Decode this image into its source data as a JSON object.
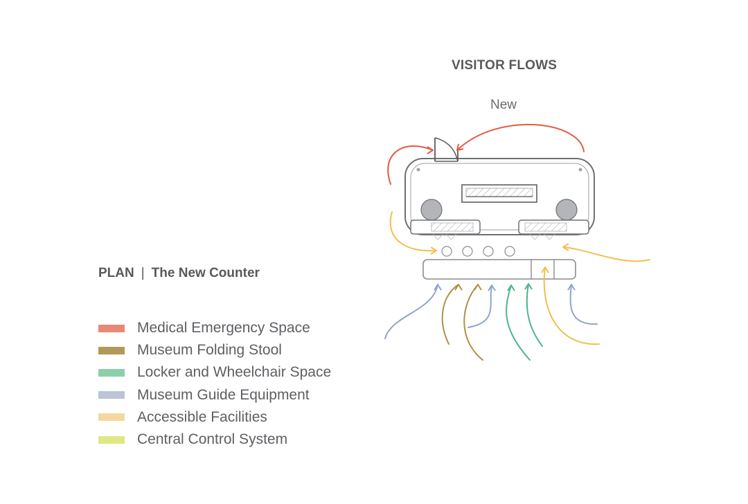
{
  "header": {
    "title": "VISITOR FLOWS",
    "subtitle": "New"
  },
  "plan": {
    "label": "PLAN",
    "separator": "|",
    "name": "The New Counter"
  },
  "legend": [
    {
      "label": "Medical Emergency Space",
      "color": "#ea8877"
    },
    {
      "label": "Museum Folding Stool",
      "color": "#b09a58"
    },
    {
      "label": "Locker and Wheelchair Space",
      "color": "#8ccfa9"
    },
    {
      "label": "Museum Guide Equipment",
      "color": "#bcc4d6"
    },
    {
      "label": "Accessible Facilities",
      "color": "#f4d8a0"
    },
    {
      "label": "Central Control System",
      "color": "#e0e884"
    }
  ],
  "flow_colors": {
    "medical": "#e35a42",
    "stool": "#ad9145",
    "locker": "#4db58a",
    "guide": "#8fa3cf",
    "accessible": "#f0c04c"
  },
  "icons": {
    "door": "door-swing-icon",
    "stool": "folding-stool-icon",
    "seat": "stool-circle-icon"
  }
}
